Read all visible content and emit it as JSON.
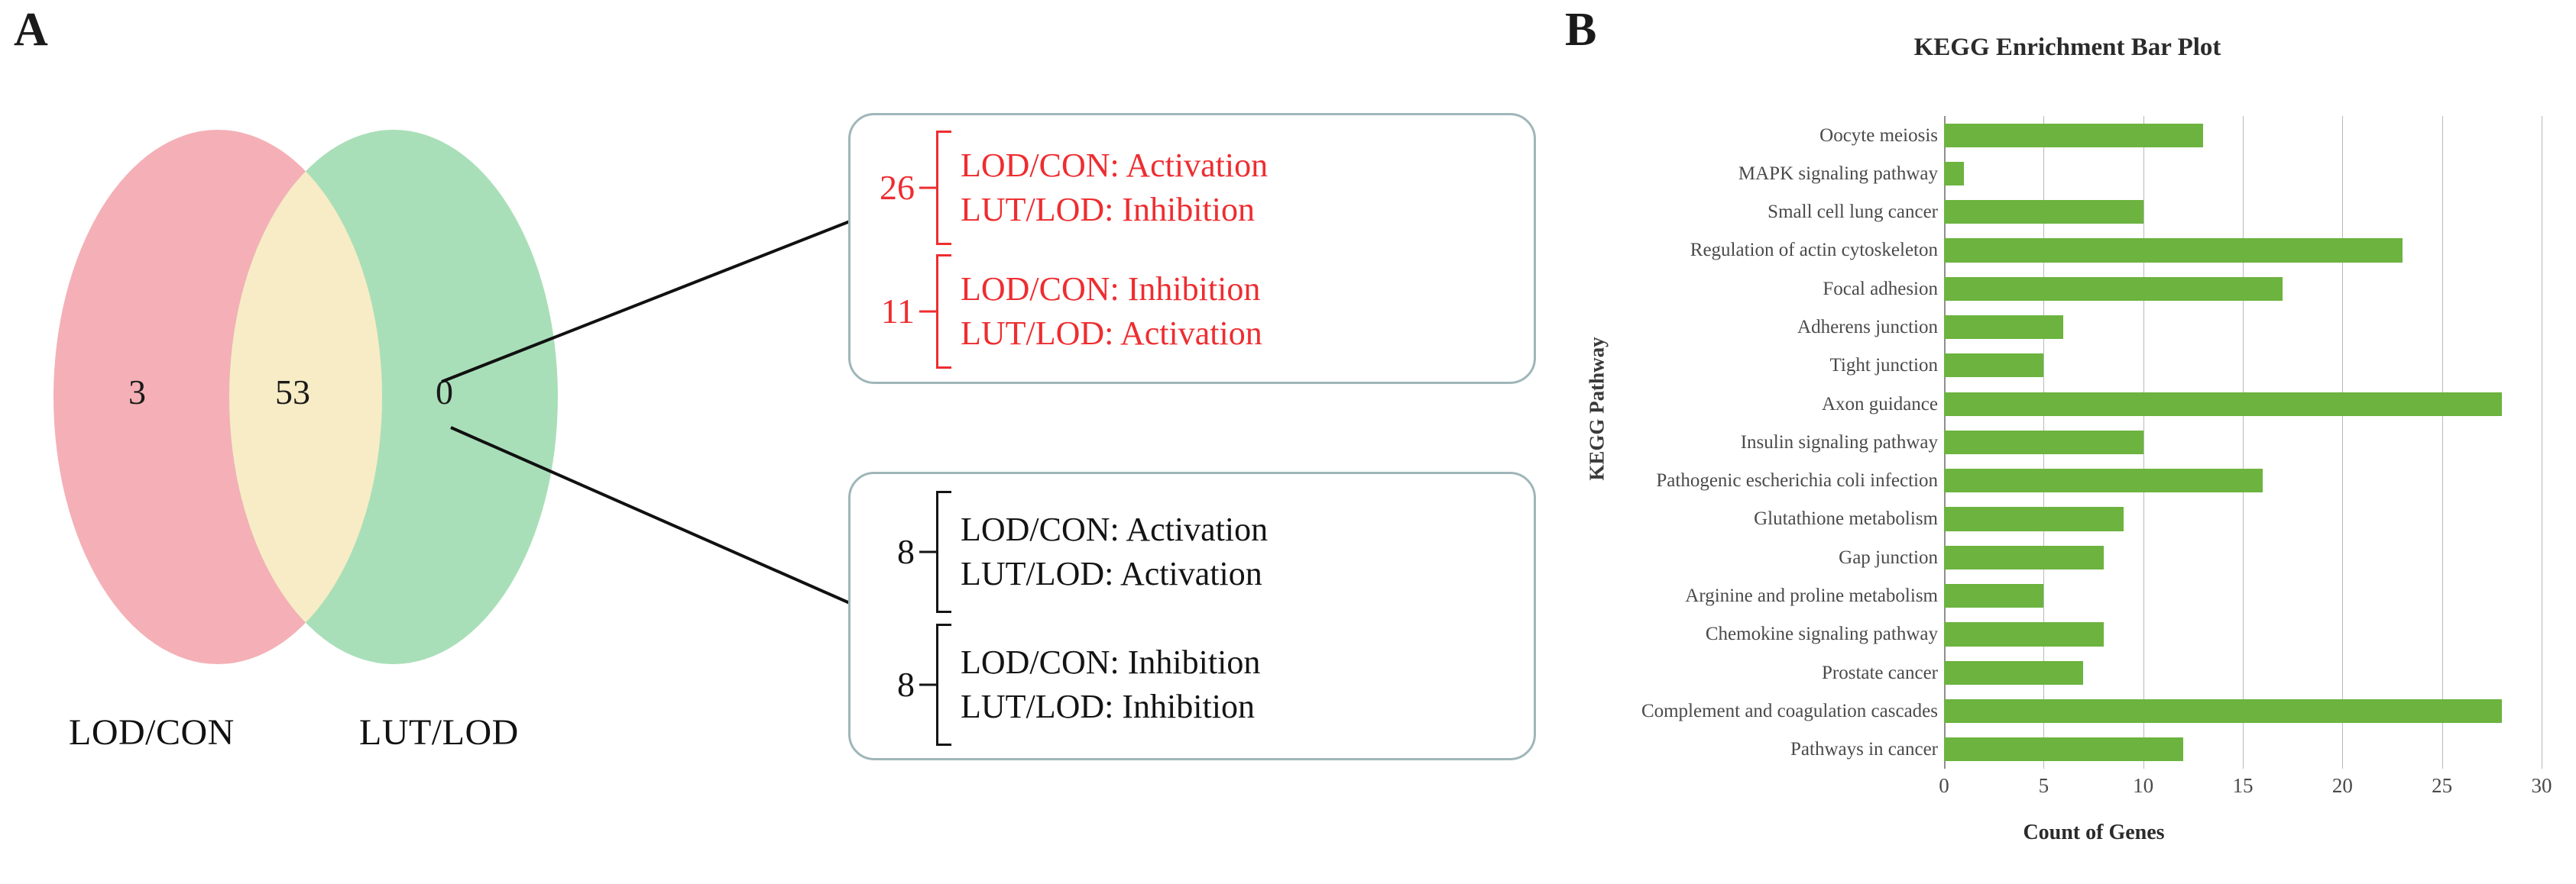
{
  "panels": {
    "a_letter": "A",
    "b_letter": "B"
  },
  "venn": {
    "left_circle_color": "#f4b0b6",
    "right_circle_color": "#a9dfb8",
    "overlap_color": "#f7ecc6",
    "left_only_count": "3",
    "intersection_count": "53",
    "right_only_count": "0",
    "left_label": "LOD/CON",
    "right_label": "LUT/LOD"
  },
  "callouts": [
    {
      "id": "callout-red",
      "text_color": "#ee2d30",
      "groups": [
        {
          "count": "26",
          "lines": [
            "LOD/CON: Activation",
            "LUT/LOD: Inhibition"
          ]
        },
        {
          "count": "11",
          "lines": [
            "LOD/CON: Inhibition",
            "LUT/LOD: Activation"
          ]
        }
      ]
    },
    {
      "id": "callout-black",
      "text_color": "#141414",
      "groups": [
        {
          "count": "8",
          "lines": [
            "LOD/CON: Activation",
            "LUT/LOD: Activation"
          ]
        },
        {
          "count": "8",
          "lines": [
            "LOD/CON: Inhibition",
            "LUT/LOD: Inhibition"
          ]
        }
      ]
    }
  ],
  "chart_data": {
    "type": "bar",
    "orientation": "horizontal",
    "title": "KEGG Enrichment Bar Plot",
    "xlabel": "Count of Genes",
    "ylabel": "KEGG Pathway",
    "xlim": [
      0,
      30
    ],
    "xticks": [
      "0",
      "5",
      "10",
      "15",
      "20",
      "25",
      "30"
    ],
    "grid": true,
    "legend": "none",
    "bar_color": "#6cb33f",
    "categories": [
      "Oocyte meiosis",
      "MAPK signaling pathway",
      "Small cell lung cancer",
      "Regulation of actin cytoskeleton",
      "Focal adhesion",
      "Adherens junction",
      "Tight junction",
      "Axon guidance",
      "Insulin signaling pathway",
      "Pathogenic escherichia coli infection",
      "Glutathione metabolism",
      "Gap junction",
      "Arginine and proline metabolism",
      "Chemokine signaling pathway",
      "Prostate cancer",
      "Complement and coagulation cascades",
      "Pathways in cancer"
    ],
    "values": [
      13,
      1,
      10,
      23,
      17,
      6,
      5,
      28,
      10,
      16,
      9,
      8,
      5,
      8,
      7,
      28,
      12
    ]
  }
}
